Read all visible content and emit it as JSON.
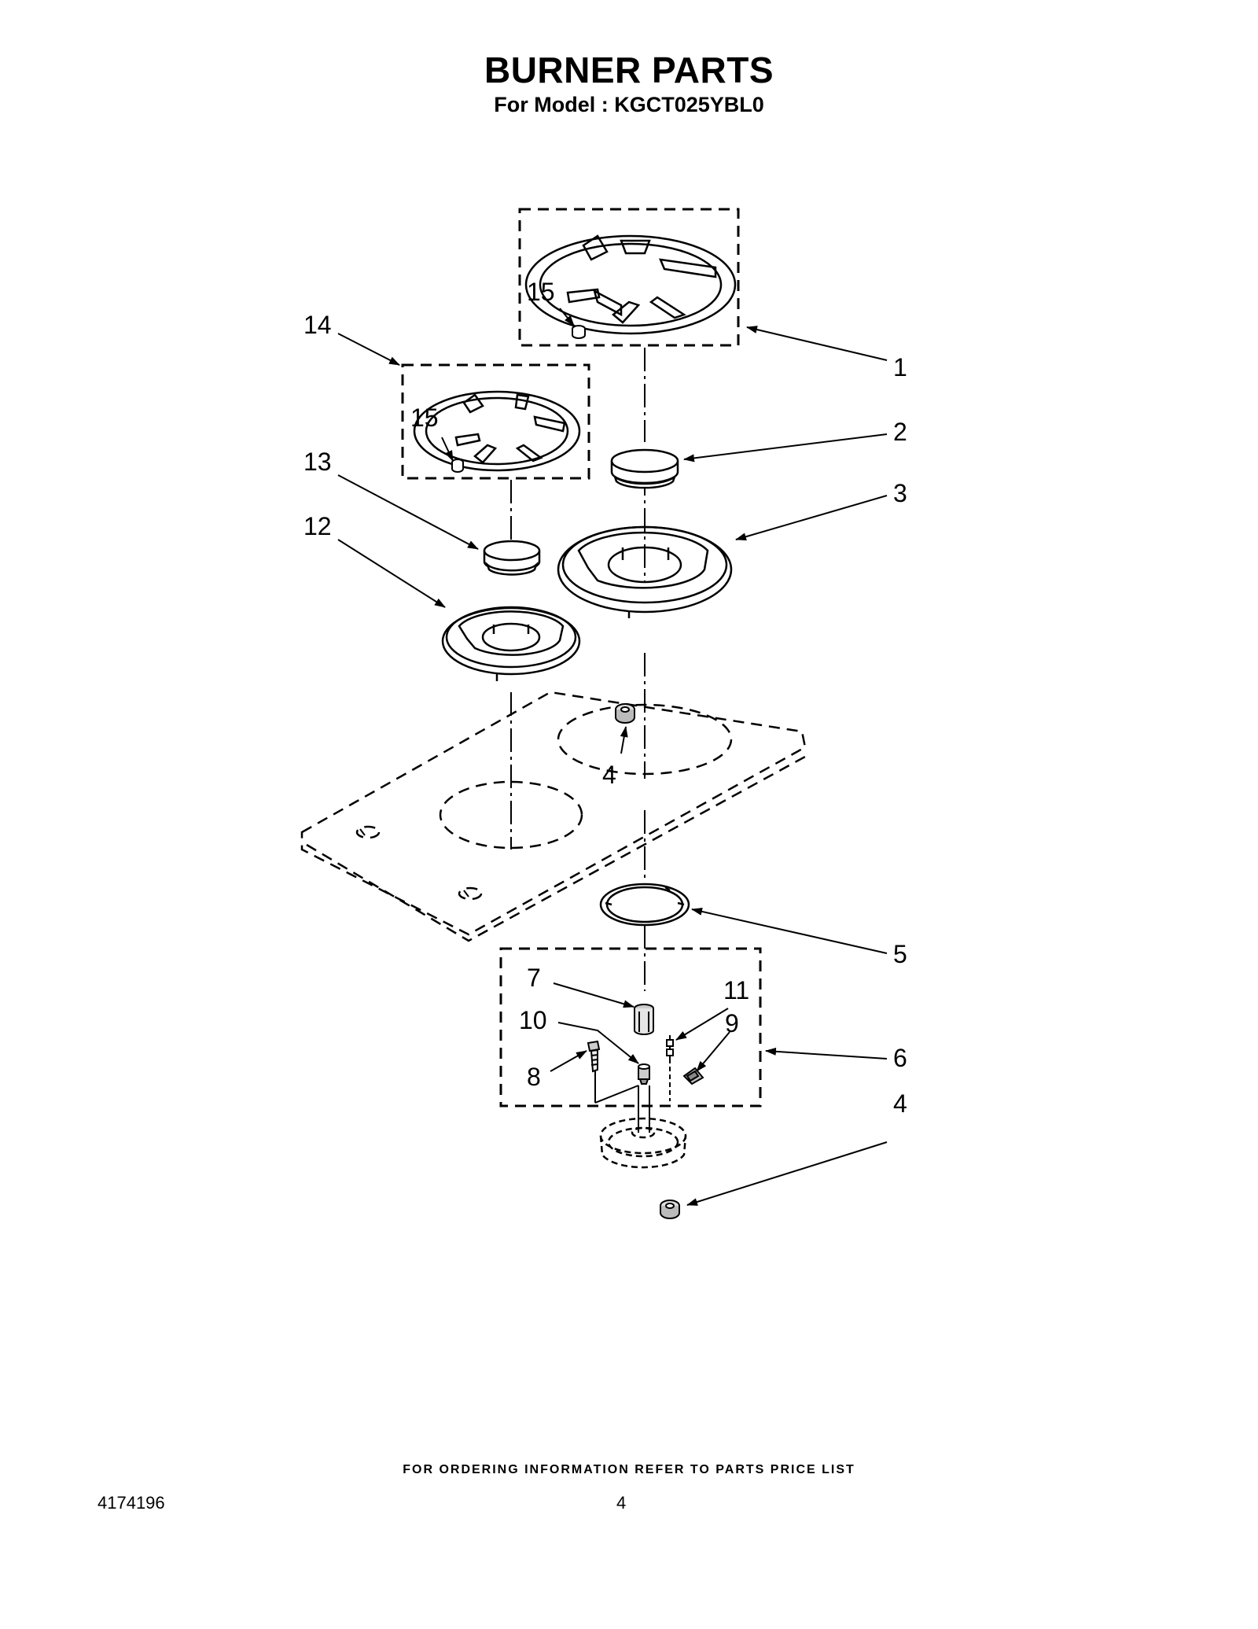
{
  "header": {
    "title": "BURNER PARTS",
    "subtitle": "For Model : KGCT025YBL0"
  },
  "callouts": {
    "c1": "1",
    "c2": "2",
    "c3": "3",
    "c4_upper": "4",
    "c4_lower": "4",
    "c5": "5",
    "c6": "6",
    "c7": "7",
    "c8": "8",
    "c9": "9",
    "c10": "10",
    "c11": "11",
    "c12": "12",
    "c13": "13",
    "c14": "14",
    "c15_upper": "15",
    "c15_lower": "15"
  },
  "footer": {
    "note": "FOR ORDERING INFORMATION REFER TO PARTS PRICE LIST",
    "doc_number": "4174196",
    "page_number": "4"
  }
}
